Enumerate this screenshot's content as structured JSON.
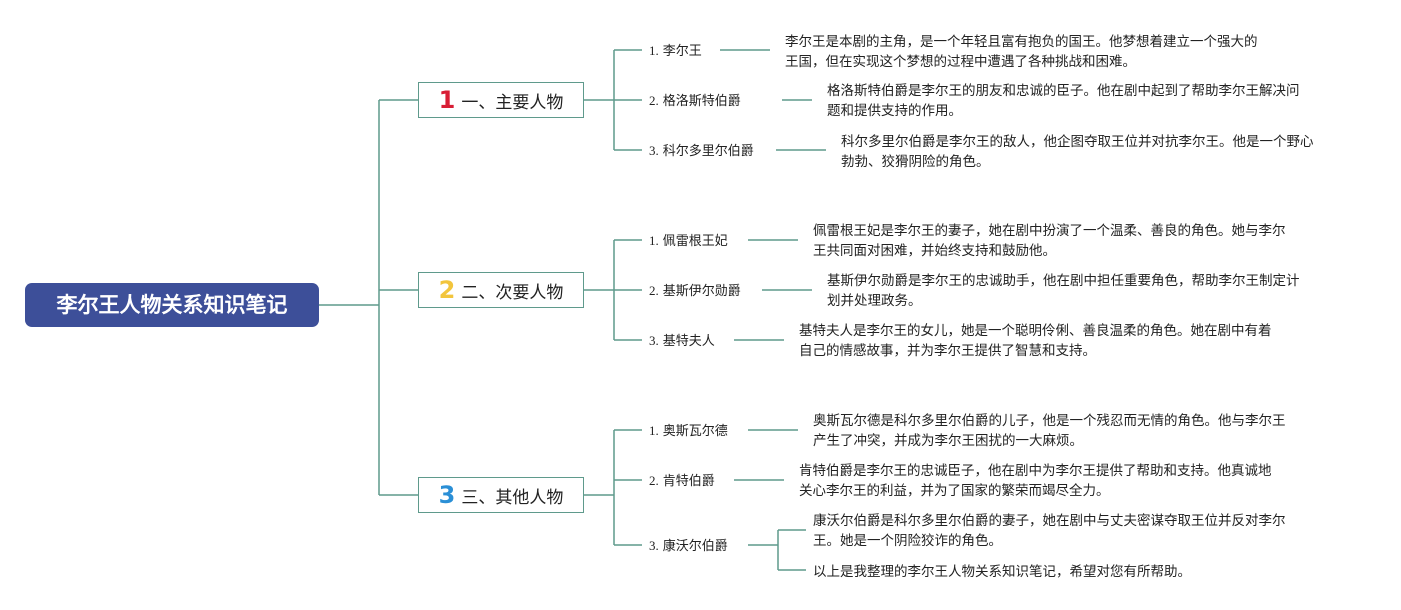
{
  "root": {
    "title": "李尔王人物关系知识笔记"
  },
  "sections": [
    {
      "number": "1",
      "number_color": "#d81e35",
      "label": "一、主要人物",
      "items": [
        {
          "index": "1.",
          "name": "李尔王",
          "desc_lines": [
            "李尔王是本剧的主角，是一个年轻且富有抱负的国王。他梦想着建立一个强大的",
            "王国，但在实现这个梦想的过程中遭遇了各种挑战和困难。"
          ]
        },
        {
          "index": "2.",
          "name": "格洛斯特伯爵",
          "desc_lines": [
            "格洛斯特伯爵是李尔王的朋友和忠诚的臣子。他在剧中起到了帮助李尔王解决问",
            "题和提供支持的作用。"
          ]
        },
        {
          "index": "3.",
          "name": "科尔多里尔伯爵",
          "desc_lines": [
            "科尔多里尔伯爵是李尔王的敌人，他企图夺取王位并对抗李尔王。他是一个野心",
            "勃勃、狡猾阴险的角色。"
          ]
        }
      ]
    },
    {
      "number": "2",
      "number_color": "#f2c53d",
      "label": "二、次要人物",
      "items": [
        {
          "index": "1.",
          "name": "佩雷根王妃",
          "desc_lines": [
            "佩雷根王妃是李尔王的妻子，她在剧中扮演了一个温柔、善良的角色。她与李尔",
            "王共同面对困难，并始终支持和鼓励他。"
          ]
        },
        {
          "index": "2.",
          "name": "基斯伊尔勋爵",
          "desc_lines": [
            "基斯伊尔勋爵是李尔王的忠诚助手，他在剧中担任重要角色，帮助李尔王制定计",
            "划并处理政务。"
          ]
        },
        {
          "index": "3.",
          "name": "基特夫人",
          "desc_lines": [
            "基特夫人是李尔王的女儿，她是一个聪明伶俐、善良温柔的角色。她在剧中有着",
            "自己的情感故事，并为李尔王提供了智慧和支持。"
          ]
        }
      ]
    },
    {
      "number": "3",
      "number_color": "#2a8fd6",
      "label": "三、其他人物",
      "items": [
        {
          "index": "1.",
          "name": "奥斯瓦尔德",
          "desc_lines": [
            "奥斯瓦尔德是科尔多里尔伯爵的儿子，他是一个残忍而无情的角色。他与李尔王",
            "产生了冲突，并成为李尔王困扰的一大麻烦。"
          ]
        },
        {
          "index": "2.",
          "name": "肯特伯爵",
          "desc_lines": [
            "肯特伯爵是李尔王的忠诚臣子，他在剧中为李尔王提供了帮助和支持。他真诚地",
            "关心李尔王的利益，并为了国家的繁荣而竭尽全力。"
          ]
        },
        {
          "index": "3.",
          "name": "康沃尔伯爵",
          "desc_lines": [
            "康沃尔伯爵是科尔多里尔伯爵的妻子，她在剧中与丈夫密谋夺取王位并反对李尔",
            "王。她是一个阴险狡诈的角色。"
          ],
          "extra_line": "以上是我整理的李尔王人物关系知识笔记，希望对您有所帮助。"
        }
      ]
    }
  ],
  "colors": {
    "connector": "#5f9a8c",
    "root_fill": "#3d4f99",
    "root_text": "#ffffff"
  }
}
